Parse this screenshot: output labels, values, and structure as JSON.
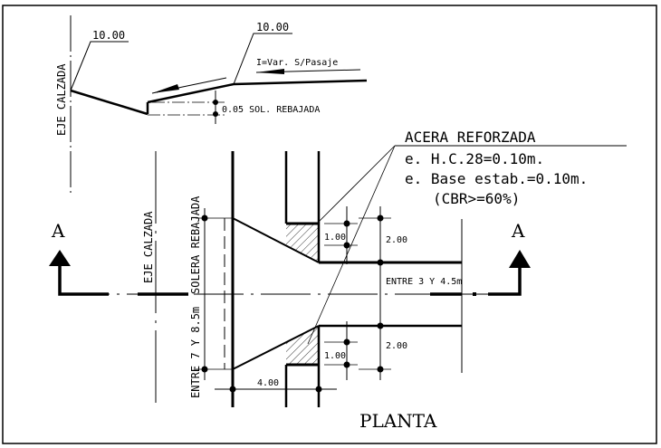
{
  "drawing": {
    "title": "PLANTA",
    "section_marker_left": "A",
    "section_marker_right": "A",
    "colors": {
      "line": "#000000",
      "background": "#ffffff"
    }
  },
  "section_profile": {
    "axis_label": "EJE CALZADA",
    "level_left": "10.00",
    "level_right": "10.00",
    "slope_note": "I=Var. S/Pasaje",
    "curb_drop": "0.05 SOL. REBAJADA"
  },
  "plan": {
    "axis_label": "EJE CALZADA",
    "curb_label": "SOLERA REBAJADA",
    "width_range": "ENTRE 7 Y 8.5m",
    "passage_range": "ENTRE 3 Y 4.5m",
    "dim_top_small": "1.00",
    "dim_top_large": "2.00",
    "dim_bottom_small": "1.00",
    "dim_bottom_large": "2.00",
    "dim_length": "4.00"
  },
  "notes": {
    "heading": "ACERA REFORZADA",
    "lines": [
      "e. H.C.28=0.10m.",
      "e. Base estab.=0.10m.",
      "(CBR>=60%)"
    ]
  }
}
